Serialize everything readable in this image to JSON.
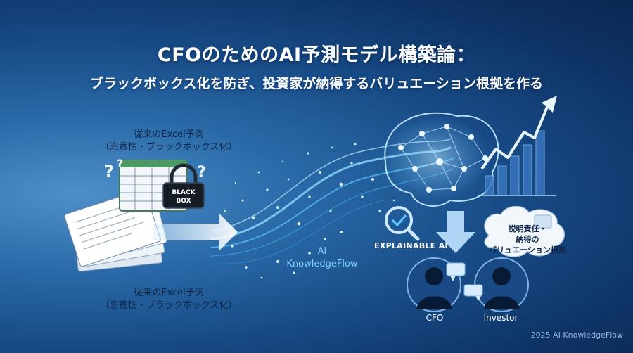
{
  "title": "CFOのためのAI予測モデル構築論：",
  "subtitle": "ブラックボックス化を防ぎ、投資家が納得するバリュエーション根拠を作る",
  "legacy": {
    "top_line1": "従来のExcel予測",
    "top_line2": "（恣意性・ブラックボックス化）",
    "bottom_line1": "従来のExcel予測",
    "bottom_line2": "（恣意性・ブラックボックス化）",
    "blackbox_line1": "BLACK",
    "blackbox_line2": "BOX"
  },
  "ai_brand": {
    "line1": "AI",
    "line2": "KnowledgeFlow"
  },
  "explainable": "EXPLAINABLE AI",
  "thought": {
    "line1": "説明責任・",
    "line2": "納得の",
    "line3": "バリュエーション根拠"
  },
  "people": {
    "cfo": "CFO",
    "investor": "Investor"
  },
  "footer": "2025 AI KnowledgeFlow",
  "colors": {
    "accent": "#7fd0ff",
    "background": "#0e3466",
    "text": "#ffffff"
  },
  "icons": [
    "document-stack-icon",
    "spreadsheet-icon",
    "lock-icon",
    "question-mark-icon",
    "arrow-right-icon",
    "brain-network-icon",
    "growth-chart-icon",
    "magnifier-check-icon",
    "arrow-down-icon",
    "thought-bubble-icon",
    "person-silhouette-icon",
    "speech-bubble-icon"
  ]
}
